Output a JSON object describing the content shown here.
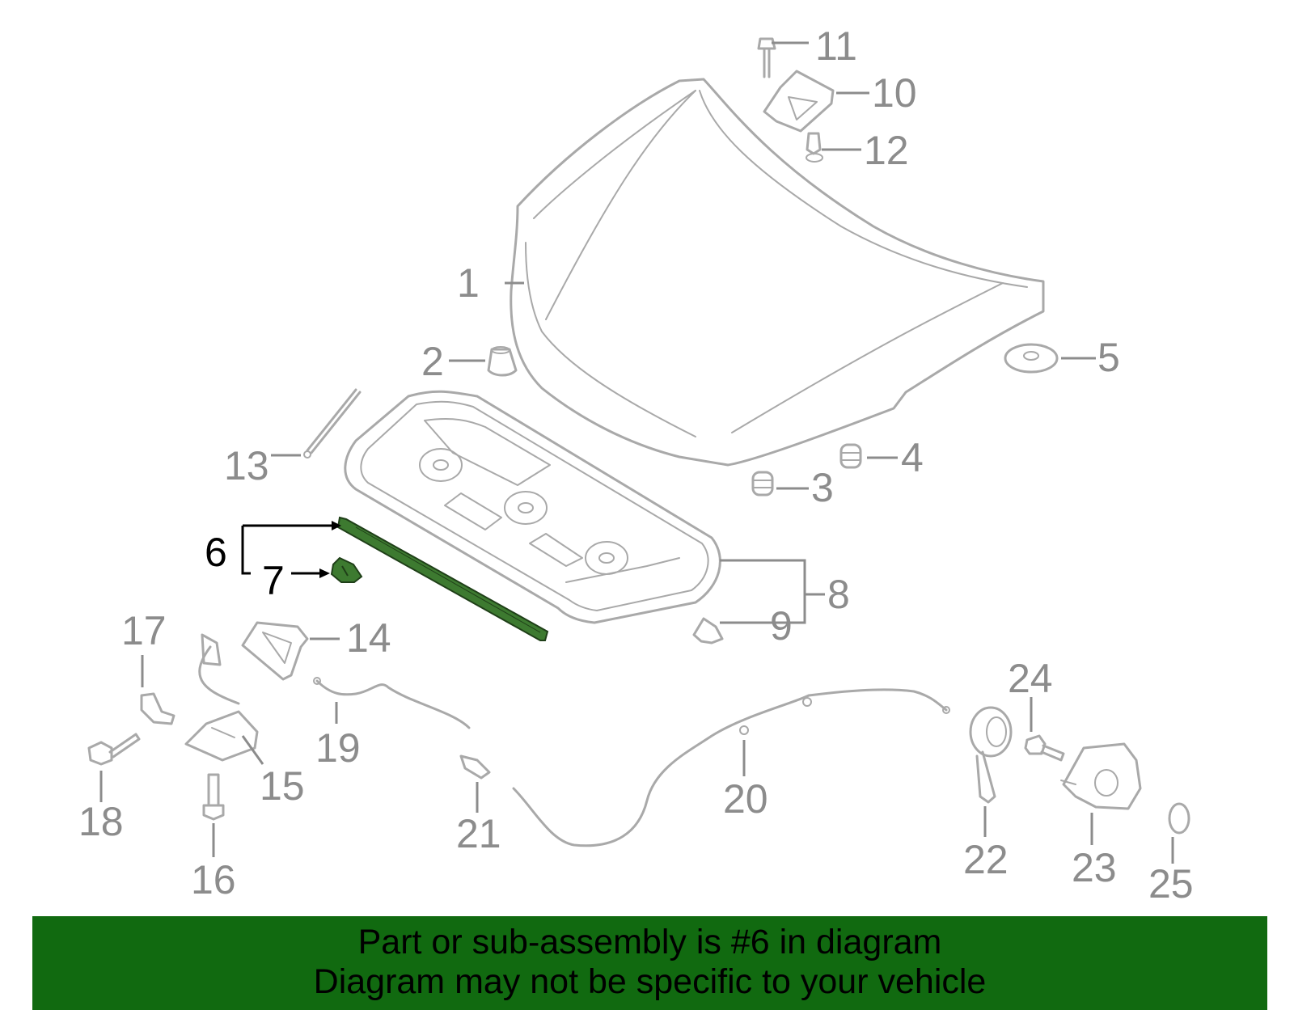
{
  "callouts": {
    "c1": "1",
    "c2": "2",
    "c3": "3",
    "c4": "4",
    "c5": "5",
    "c6": "6",
    "c7": "7",
    "c8": "8",
    "c9": "9",
    "c10": "10",
    "c11": "11",
    "c12": "12",
    "c13": "13",
    "c14": "14",
    "c15": "15",
    "c16": "16",
    "c17": "17",
    "c18": "18",
    "c19": "19",
    "c20": "20",
    "c21": "21",
    "c22": "22",
    "c23": "23",
    "c24": "24",
    "c25": "25"
  },
  "highlighted_part": "6",
  "colors": {
    "highlight": "#3d7a30",
    "banner": "#116a10",
    "linework": "#a9a9a9"
  },
  "banner": {
    "line1": "Part or sub-assembly is #6 in diagram",
    "line2": "Diagram may not be specific to your vehicle"
  }
}
